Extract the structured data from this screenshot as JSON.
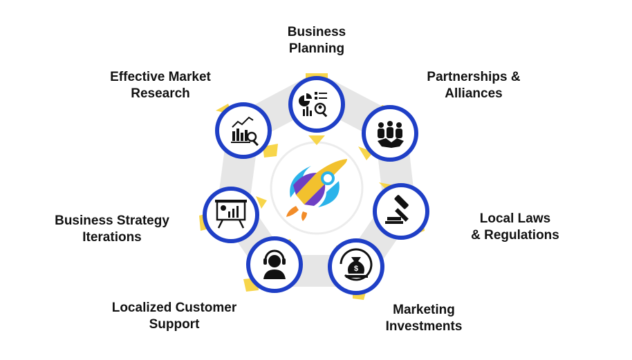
{
  "colors": {
    "ring": "#e6e6e6",
    "node_border": "#1f3fc6",
    "accent_yellow": "#f7d54a",
    "icon": "#111111",
    "text": "#111111"
  },
  "center": {
    "icon": "rocket-icon"
  },
  "nodes": [
    {
      "id": "business-planning",
      "label": "Business\nPlanning",
      "icon": "report-analysis-icon"
    },
    {
      "id": "partnerships-alliances",
      "label": "Partnerships &\nAlliances",
      "icon": "team-handshake-icon"
    },
    {
      "id": "local-laws-regulations",
      "label": "Local Laws\n& Regulations",
      "icon": "gavel-icon"
    },
    {
      "id": "marketing-investments",
      "label": "Marketing\nInvestments",
      "icon": "money-bag-icon"
    },
    {
      "id": "localized-customer-support",
      "label": "Localized Customer\nSupport",
      "icon": "headset-agent-icon"
    },
    {
      "id": "business-strategy-iterations",
      "label": "Business Strategy\nIterations",
      "icon": "presentation-board-icon"
    },
    {
      "id": "effective-market-research",
      "label": "Effective Market\nResearch",
      "icon": "chart-search-icon"
    }
  ]
}
